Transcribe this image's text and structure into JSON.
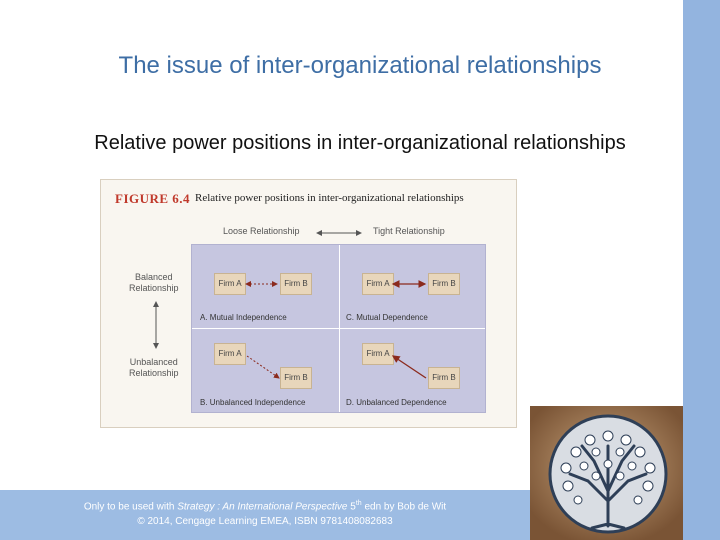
{
  "slide": {
    "title": "The issue of inter-organizational relationships",
    "subtitle": "Relative power positions in inter-organizational relationships"
  },
  "figure": {
    "number": "FIGURE 6.4",
    "title": "Relative power positions in inter-organizational relationships",
    "axis_top_left": "Loose Relationship",
    "axis_top_right": "Tight Relationship",
    "axis_left_top": [
      "Balanced",
      "Relationship"
    ],
    "axis_left_bottom": [
      "Unbalanced",
      "Relationship"
    ],
    "cells": [
      {
        "caption": "A. Mutual Independence",
        "firm_a": "Firm A",
        "firm_b": "Firm B"
      },
      {
        "caption": "C. Mutual Dependence",
        "firm_a": "Firm A",
        "firm_b": "Firm B"
      },
      {
        "caption": "B. Unbalanced Independence",
        "firm_a": "Firm A",
        "firm_b": "Firm B"
      },
      {
        "caption": "D. Unbalanced Dependence",
        "firm_a": "Firm A",
        "firm_b": "Firm B"
      }
    ]
  },
  "footer": {
    "prefix": "Only to be used with",
    "book_title": "Strategy : An International Perspective",
    "edition_num": "5",
    "edition_sup": "th",
    "edition_rest": "edn by Bob de Wit",
    "line2": "© 2014, Cengage Learning EMEA, ISBN 9781408082683"
  },
  "colors": {
    "title": "#3e6ea5",
    "bar": "#93b4df",
    "grid": "#c6c6e0",
    "firm_box": "#e8d6bb",
    "figure_number": "#c0392b"
  }
}
